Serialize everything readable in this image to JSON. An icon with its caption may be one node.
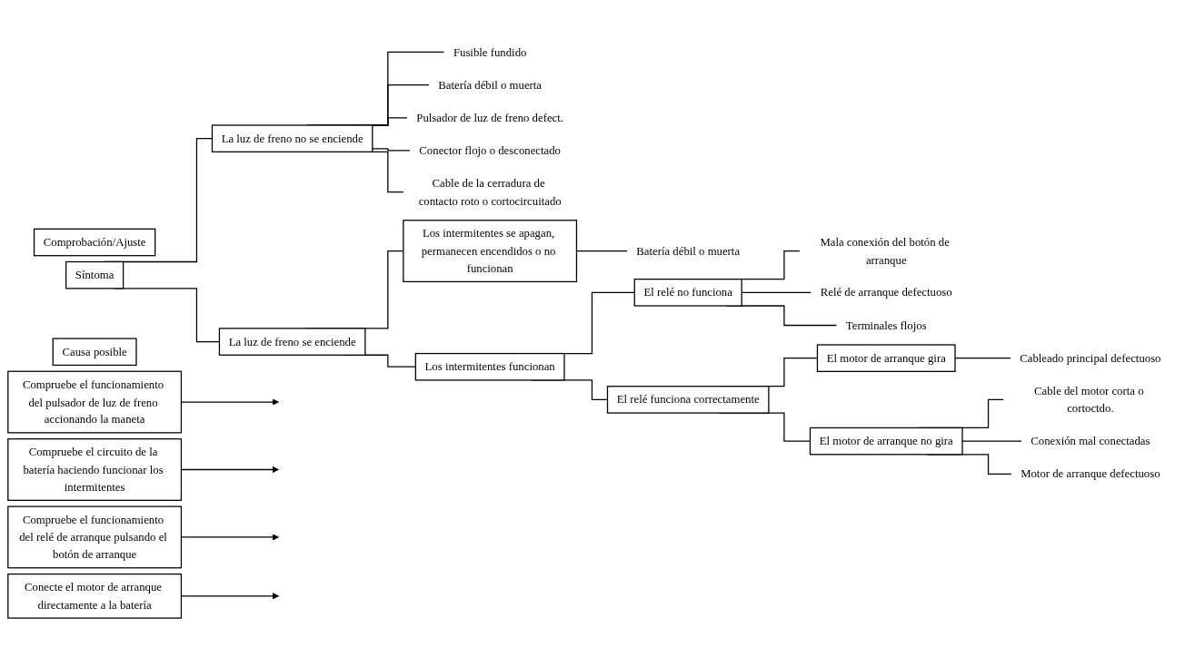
{
  "diagram": {
    "nodes": [
      {
        "text": [
          "Comprobación/Ajuste"
        ]
      },
      {
        "text": [
          "Síntoma"
        ]
      },
      {
        "text": [
          "Causa posible"
        ]
      },
      {
        "text": [
          "Compruebe el funcionamiento del pulsador de luz de freno accionando la maneta"
        ]
      },
      {
        "text": [
          "La luz de freno se enciende"
        ]
      },
      {
        "text": [
          "La luz de freno no se enciende"
        ]
      },
      {
        "text": [
          "Fusible fundido"
        ]
      },
      {
        "text": [
          "Batería débil o muerta"
        ]
      },
      {
        "text": [
          "Pulsador de luz de freno defect."
        ]
      },
      {
        "text": [
          "Conector flojo o desconectado"
        ]
      },
      {
        "text": [
          "Cable de la cerradura de contacto roto o cortocircuitado"
        ]
      },
      {
        "text": [
          "Compruebe el circuito de la batería haciendo funcionar los intermitentes"
        ]
      },
      {
        "text": [
          "Los intermitentes funcionan"
        ]
      },
      {
        "text": [
          "Los intermitentes se apagan, permanecen encendidos o no funcionan"
        ]
      },
      {
        "text": [
          "Batería débil o muerta"
        ]
      },
      {
        "text": [
          "Compruebe el funcionamiento del relé de arranque pulsando el botón de arranque"
        ]
      },
      {
        "text": [
          "El relé funciona correctamente"
        ]
      },
      {
        "text": [
          "El relé no funciona"
        ]
      },
      {
        "text": [
          "Mala conexión del botón de arranque"
        ]
      },
      {
        "text": [
          "Relé de arranque defectuoso"
        ]
      },
      {
        "text": [
          "Terminales flojos"
        ]
      },
      {
        "text": [
          "Conecte el motor de arranque directamente a la batería"
        ]
      },
      {
        "text": [
          "El motor de arranque gira"
        ]
      },
      {
        "text": [
          "El motor de arranque no gira"
        ]
      },
      {
        "text": [
          "Cable del motor corta o cortoctdo."
        ]
      },
      {
        "text": [
          "Conexión mal conectadas"
        ]
      },
      {
        "text": [
          "Motor de arranque defectuoso"
        ]
      },
      {
        "text": [
          "Cableado principal defectuoso"
        ]
      }
    ],
    "edges": [
      {
        "from": 1,
        "to": 4,
        "arrow": "none"
      },
      {
        "from": 1,
        "to": 5,
        "arrow": "none"
      },
      {
        "from": 3,
        "to": null,
        "arrow": "to"
      },
      {
        "from": 5,
        "to": 6,
        "arrow": "none"
      },
      {
        "from": 5,
        "to": 7,
        "arrow": "none"
      },
      {
        "from": 5,
        "to": 8,
        "arrow": "none"
      },
      {
        "from": 5,
        "to": 9,
        "arrow": "none"
      },
      {
        "from": 5,
        "to": 10,
        "arrow": "none"
      },
      {
        "from": 4,
        "to": 12,
        "arrow": "none"
      },
      {
        "from": 4,
        "to": 13,
        "arrow": "none"
      },
      {
        "from": 11,
        "to": null,
        "arrow": "to"
      },
      {
        "from": 13,
        "to": 14,
        "arrow": "none"
      },
      {
        "from": 12,
        "to": 16,
        "arrow": "none"
      },
      {
        "from": 12,
        "to": 17,
        "arrow": "none"
      },
      {
        "from": 15,
        "to": null,
        "arrow": "to"
      },
      {
        "from": 17,
        "to": 18,
        "arrow": "none"
      },
      {
        "from": 17,
        "to": 19,
        "arrow": "none"
      },
      {
        "from": 17,
        "to": 20,
        "arrow": "none"
      },
      {
        "from": 16,
        "to": 22,
        "arrow": "none"
      },
      {
        "from": 16,
        "to": 23,
        "arrow": "none"
      },
      {
        "from": 21,
        "to": null,
        "arrow": "to"
      },
      {
        "from": 23,
        "to": 24,
        "arrow": "none"
      },
      {
        "from": 23,
        "to": 25,
        "arrow": "none"
      },
      {
        "from": 23,
        "to": 26,
        "arrow": "none"
      },
      {
        "from": 22,
        "to": 27,
        "arrow": "none"
      }
    ]
  }
}
